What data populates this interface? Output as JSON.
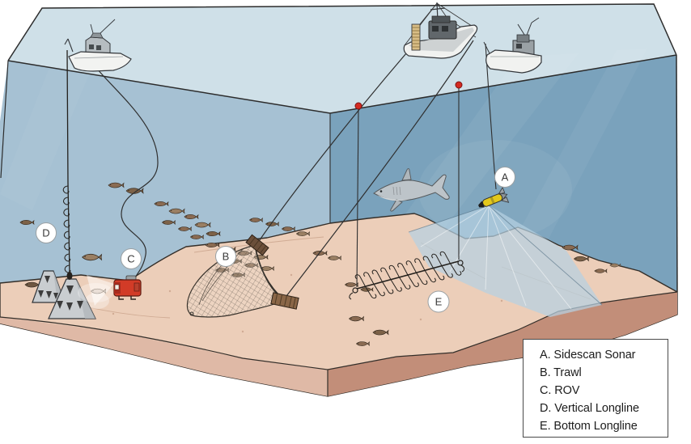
{
  "legend": {
    "items": [
      {
        "text": "A. Sidescan Sonar"
      },
      {
        "text": "B. Trawl"
      },
      {
        "text": "C. ROV"
      },
      {
        "text": "D. Vertical Longline"
      },
      {
        "text": "E. Bottom Longline"
      }
    ]
  },
  "markers": {
    "a": "A",
    "b": "B",
    "c": "C",
    "d": "D",
    "e": "E"
  },
  "colors": {
    "sea_surface": "#cfe0e8",
    "wall_left": "#a6c1d3",
    "wall_right": "#7aa2bc",
    "sand": "#ecceb9",
    "sand_face_left": "#dfb9a6",
    "sand_face_right": "#c28e79",
    "sonar_swath": "#b5d1e2",
    "buoy_red": "#d42a20",
    "rov_red": "#d23b27",
    "towfish_yellow": "#e3c81c",
    "shark_gray": "#bdc4c9",
    "fish_brown": "#8a6b52",
    "pyramid_gray": "#c9cdd0"
  }
}
